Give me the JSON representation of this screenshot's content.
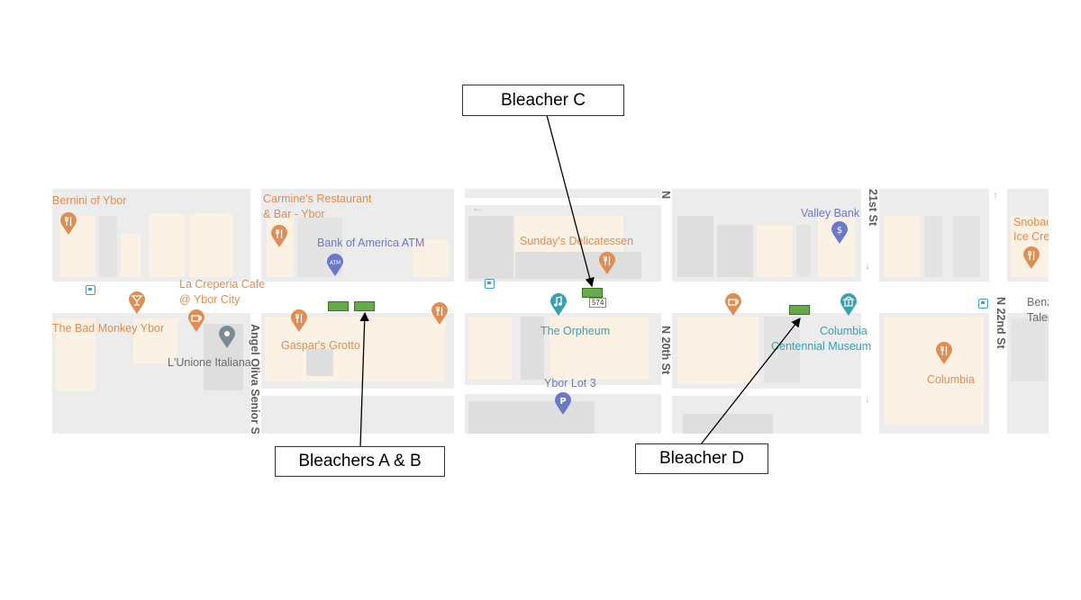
{
  "map": {
    "poi": {
      "bernini": "Bernini of Ybor",
      "carmines_1": "Carmine's Restaurant",
      "carmines_2": "& Bar - Ybor",
      "boa": "Bank of America ATM",
      "sundays": "Sunday's Delicatessen",
      "valley_bank": "Valley Bank",
      "snobac_1": "Snobac",
      "snobac_2": "Ice Crea",
      "creperia_1": "La Creperia Cafe",
      "creperia_2": "@ Ybor City",
      "bad_monkey": "The Bad Monkey Ybor",
      "lunione": "L'Unione Italiana",
      "gaspars": "Gaspar's Grotto",
      "orpheum": "The Orpheum",
      "columbia_museum_1": "Columbia",
      "columbia_museum_2": "Centennial Museum",
      "benz_1": "Benz",
      "benz_2": "Talen",
      "ybor_lot": "Ybor Lot 3",
      "columbia": "Columbia"
    },
    "streets": {
      "angel_oliva": "Angel Oliva Senior St",
      "n20th": "N 20th St",
      "n21st": "21st St",
      "n22nd": "N 22nd St",
      "n_top": "N"
    },
    "route_shield": "574",
    "colors": {
      "restaurant": "#de8d55",
      "bank": "#6b78c6",
      "culture": "#3a9fae",
      "bleacher_fill": "#6aa84f"
    },
    "icons": [
      "fork-knife-icon",
      "martini-icon",
      "coffee-cup-icon",
      "atm-icon",
      "dollar-icon",
      "music-note-icon",
      "museum-icon",
      "parking-icon",
      "location-pin-icon",
      "bus-stop-icon",
      "one-way-arrow-icon"
    ]
  },
  "callouts": {
    "bleacher_c": "Bleacher C",
    "bleachers_ab": "Bleachers A & B",
    "bleacher_d": "Bleacher D"
  }
}
